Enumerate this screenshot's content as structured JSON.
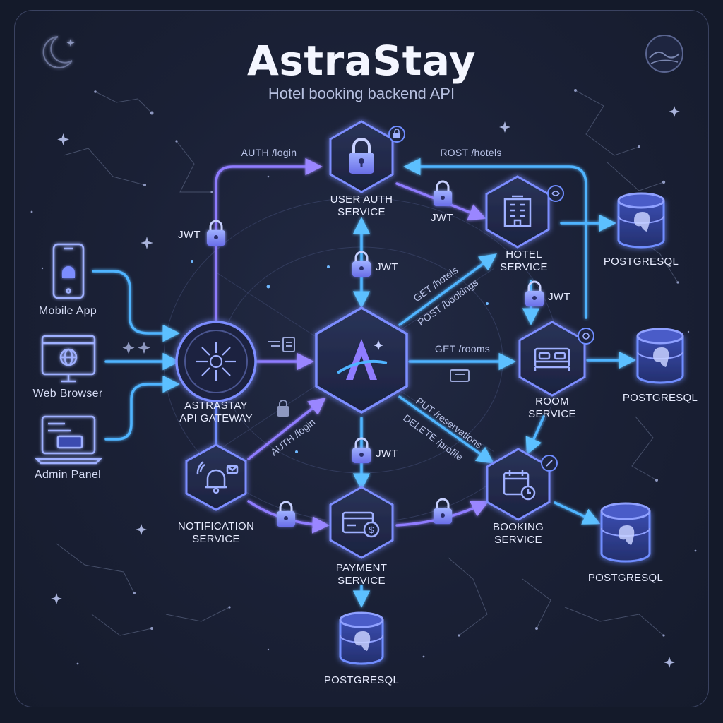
{
  "header": {
    "title": "AstraStay",
    "subtitle": "Hotel booking backend API"
  },
  "clients": {
    "mobile": "Mobile App",
    "web": "Web Browser",
    "admin": "Admin Panel"
  },
  "services": {
    "gateway": [
      "ASTRASTAY",
      "API GATEWAY"
    ],
    "auth": [
      "USER AUTH",
      "SERVICE"
    ],
    "hotel": [
      "HOTEL",
      "SERVICE"
    ],
    "room": [
      "ROOM",
      "SERVICE"
    ],
    "booking": [
      "BOOKING",
      "SERVICE"
    ],
    "payment": [
      "PAYMENT",
      "SERVICE"
    ],
    "notification": [
      "NOTIFICATION",
      "SERVICE"
    ]
  },
  "databases": {
    "hotel_db": "POSTGRESQL",
    "room_db": "POSTGRESQL",
    "booking_db": "POSTGRESQL",
    "payment_db": "POSTGRESQL"
  },
  "edges": {
    "auth_login_top": "AUTH /login",
    "post_hotels": "ROST /hotels",
    "get_hotels": "GET /hotels",
    "post_bookings": "POST /bookings",
    "get_rooms": "GET /rooms",
    "put_reservations": "PUT /reservations",
    "delete_profile": "DELETE /profile",
    "auth_login_bottom": "AUTH /login"
  },
  "tokens": {
    "jwt": "JWT"
  },
  "colors": {
    "background": "#141a2a",
    "accent_blue": "#4fb4ff",
    "accent_purple": "#8f7cff",
    "node_glow": "#6f8dff",
    "text": "#e8ecff"
  },
  "icons": {
    "moon": "moon-icon",
    "globe": "globe-badge-icon",
    "lock": "lock-icon",
    "building": "building-icon",
    "bed": "bed-icon",
    "calendar": "calendar-icon",
    "card": "credit-card-icon",
    "bell": "bell-icon",
    "hub": "hub-icon",
    "logo": "astra-logo-icon",
    "database": "postgresql-database-icon"
  }
}
